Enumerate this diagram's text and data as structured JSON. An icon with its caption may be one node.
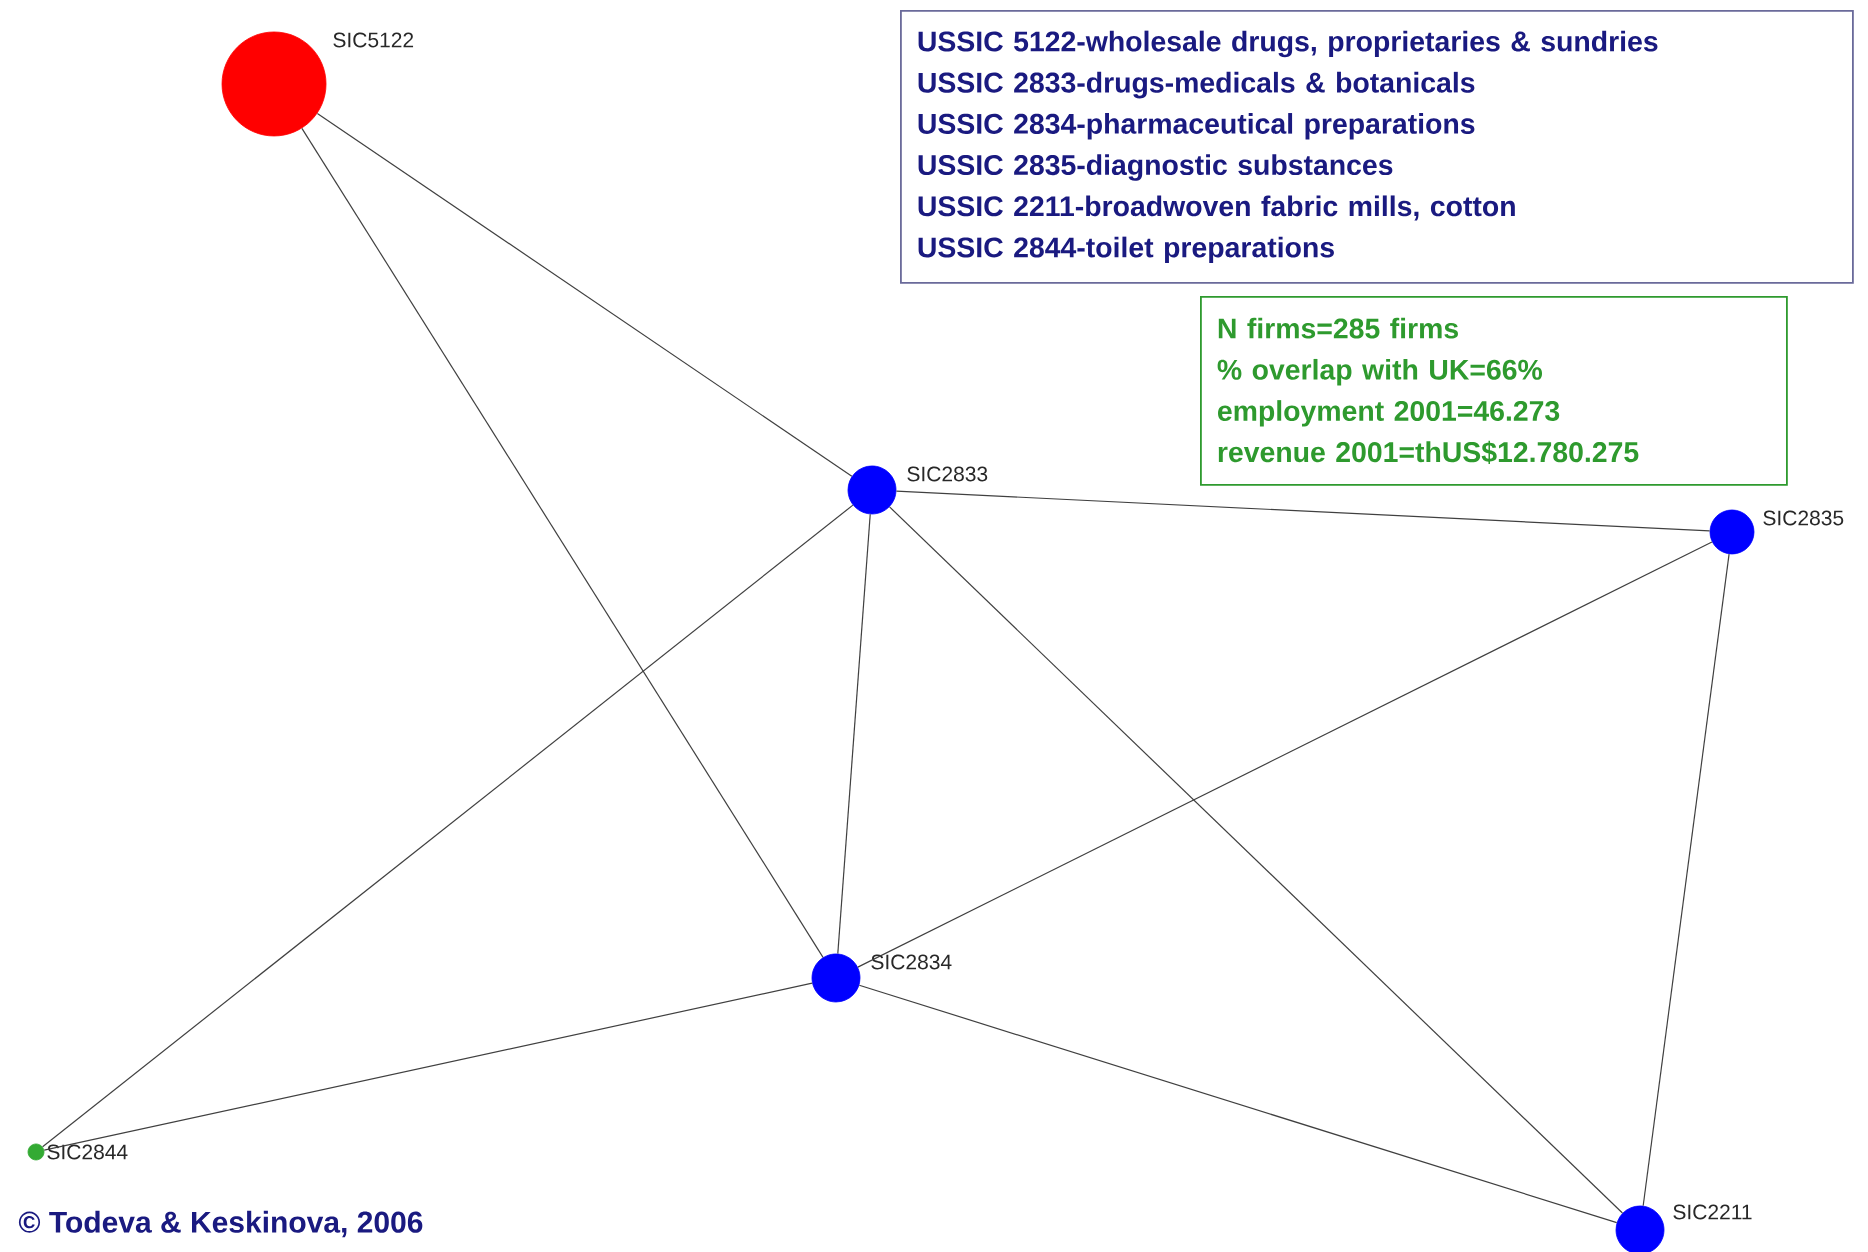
{
  "diagram": {
    "nodes": [
      {
        "text": [],
        "shape": "circle",
        "beside": [
          "SIC5122"
        ]
      },
      {
        "text": [
          "USSIC 5122-wholesale drugs, proprietaries & sundries",
          "USSIC 2833-drugs-medicals & botanicals",
          "USSIC 2834-pharmaceutical preparations",
          "USSIC 2835-diagnostic substances",
          "USSIC 2211-broadwoven fabric mills, cotton",
          "USSIC 2844-toilet preparations"
        ]
      },
      {
        "text": [
          "N firms=285 firms",
          "% overlap with UK=66%",
          "employment 2001=46.273",
          "revenue 2001=thUS$12.780.275"
        ]
      },
      {
        "text": [],
        "shape": "circle",
        "beside": [
          "SIC2833"
        ]
      },
      {
        "text": [],
        "shape": "circle",
        "beside": [
          "SIC2835"
        ]
      },
      {
        "text": [],
        "shape": "circle",
        "beside": [
          "SIC2834"
        ]
      },
      {
        "text": [],
        "shape": "circle",
        "beside": [
          "SIC2844"
        ]
      },
      {
        "text": [],
        "shape": "circle",
        "beside": [
          "SIC2211"
        ]
      }
    ],
    "edges": [
      {
        "from": 0,
        "to": 3,
        "arrow": "none"
      },
      {
        "from": 0,
        "to": 5,
        "arrow": "none"
      },
      {
        "from": 3,
        "to": 4,
        "arrow": "none"
      },
      {
        "from": 3,
        "to": 5,
        "arrow": "none"
      },
      {
        "from": 3,
        "to": 6,
        "arrow": "none"
      },
      {
        "from": 3,
        "to": 7,
        "arrow": "none"
      },
      {
        "from": 4,
        "to": 5,
        "arrow": "none"
      },
      {
        "from": 4,
        "to": 7,
        "arrow": "none"
      },
      {
        "from": 5,
        "to": 6,
        "arrow": "none"
      },
      {
        "from": 5,
        "to": 7,
        "arrow": "none"
      }
    ],
    "labels": [
      "© Todeva & Keskinova, 2006"
    ]
  }
}
